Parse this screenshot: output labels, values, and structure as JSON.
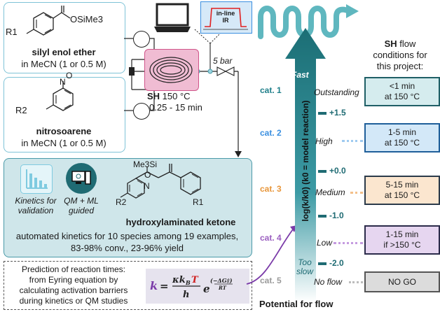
{
  "feed1": {
    "group": "R1",
    "substituent": "OSiMe3",
    "title": "silyl enol ether",
    "solvent": "in MeCN (1 or 0.5 M)"
  },
  "feed2": {
    "group": "R2",
    "atom_n": "N",
    "atom_o": "O",
    "title": "nitrosoarene",
    "solvent": "in MeCN (1 or 0.5 M)"
  },
  "reactor": {
    "label_bold": "SH",
    "label_temp": " 150 °C",
    "time": "0.25 - 15 min"
  },
  "ir": {
    "line1": "in-line",
    "line2": "IR"
  },
  "pressure": "5 bar",
  "product": {
    "silyl": "Me3Si",
    "atom_o": "O",
    "atom_n": "N",
    "group_r1": "R1",
    "group_r2": "R2",
    "name": "hydroxylaminated ketone",
    "kinetics_label_1": "Kinetics for",
    "kinetics_label_2": "validation",
    "qm_label_1": "QM + ML",
    "qm_label_2": "guided",
    "summary_1": "automated kinetics for 10 species among 19 examples,",
    "summary_2": "83-98% conv., 23-96% yield"
  },
  "prediction": {
    "line1": "Prediction of reaction times:",
    "line2": "from Eyring equation by",
    "line3": "calculating activation barriers",
    "line4": "during kinetics or QM studies"
  },
  "scale": {
    "fast": "Fast",
    "slow_1": "Too",
    "slow_2": "slow",
    "axis_label": "log(k/k0) (k0 = model reaction)",
    "ticks": [
      "+1.5",
      "+0.0",
      "-1.0",
      "-2.0"
    ],
    "title": "Potential for flow"
  },
  "categories": [
    {
      "cat": "cat. 1",
      "potential": "Outstanding",
      "cond_1": "<1 min",
      "cond_2": "at 150 °C",
      "color": "#1f7f8a",
      "fill": "#d5ecee"
    },
    {
      "cat": "cat. 2",
      "potential": "High",
      "cond_1": "1-5 min",
      "cond_2": "at 150 °C",
      "color": "#3a8fe0",
      "fill": "#d3e8f8"
    },
    {
      "cat": "cat. 3",
      "potential": "Medium",
      "cond_1": "5-15 min",
      "cond_2": "at 150 °C",
      "color": "#e8963a",
      "fill": "#fbe6cf"
    },
    {
      "cat": "cat. 4",
      "potential": "Low",
      "cond_1": "1-15 min",
      "cond_2": "if >150 °C",
      "color": "#9b5fc0",
      "fill": "#e6d6f0"
    },
    {
      "cat": "cat. 5",
      "potential": "No flow",
      "cond_1": "NO GO",
      "cond_2": "",
      "color": "#8a8a8a",
      "fill": "#dcdcdc"
    }
  ],
  "sh_header": {
    "bold": "SH",
    "line1": " flow",
    "line2": "conditions for",
    "line3": "this project:"
  }
}
